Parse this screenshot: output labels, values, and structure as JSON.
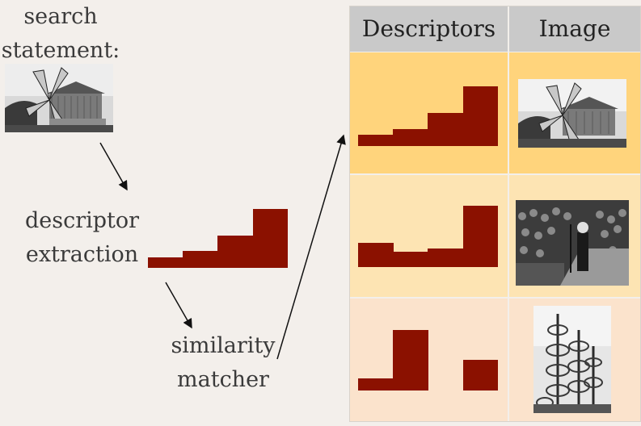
{
  "left": {
    "search_statement": [
      "search",
      "statement:"
    ],
    "descriptor_extraction": [
      "descriptor",
      "extraction"
    ],
    "similarity_matcher": [
      "similarity",
      "matcher"
    ],
    "query_image_icon": "windmill-photo"
  },
  "table": {
    "headers": {
      "descriptors": "Descriptors",
      "image": "Image"
    },
    "rows": [
      {
        "image_icon": "windmill-photo",
        "bg": "#ffd47c"
      },
      {
        "image_icon": "crowd-speaker-photo",
        "bg": "#fde4b3"
      },
      {
        "image_icon": "spiral-tower-photo",
        "bg": "#fbe3cc"
      }
    ]
  },
  "colors": {
    "descriptor_bar": "#8b1100",
    "header_bg": "#c9c9c9",
    "arrow": "#111111"
  }
}
